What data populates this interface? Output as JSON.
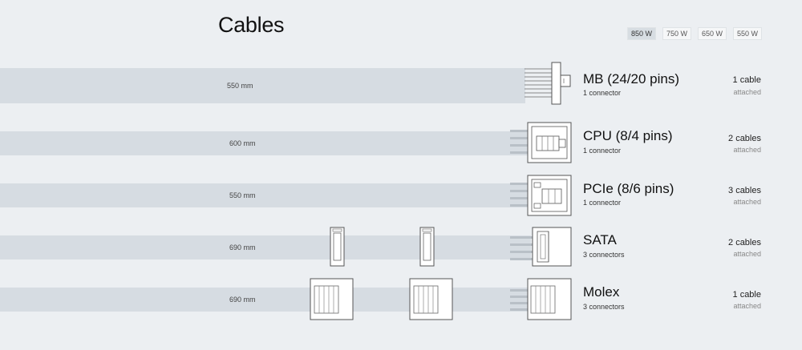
{
  "page": {
    "title": "Cables"
  },
  "wattage": {
    "options": [
      "850 W",
      "750 W",
      "650 W",
      "550 W"
    ],
    "selected": "850 W"
  },
  "rows": [
    {
      "name": "MB (24/20 pins)",
      "connectors": "1 connector",
      "length": "550 mm",
      "cables": "1 cable",
      "status": "attached"
    },
    {
      "name": "CPU (8/4 pins)",
      "connectors": "1 connector",
      "length": "600 mm",
      "cables": "2 cables",
      "status": "attached"
    },
    {
      "name": "PCIe (8/6 pins)",
      "connectors": "1 connector",
      "length": "550 mm",
      "cables": "3 cables",
      "status": "attached"
    },
    {
      "name": "SATA",
      "connectors": "3 connectors",
      "length": "690 mm",
      "cables": "2 cables",
      "status": "attached"
    },
    {
      "name": "Molex",
      "connectors": "3 connectors",
      "length": "690 mm",
      "cables": "1 cable",
      "status": "attached"
    }
  ],
  "colors": {
    "background": "#eceff2",
    "cable": "#d6dce2",
    "connector_stroke": "#555555",
    "active_tab": "#d7dde2"
  }
}
